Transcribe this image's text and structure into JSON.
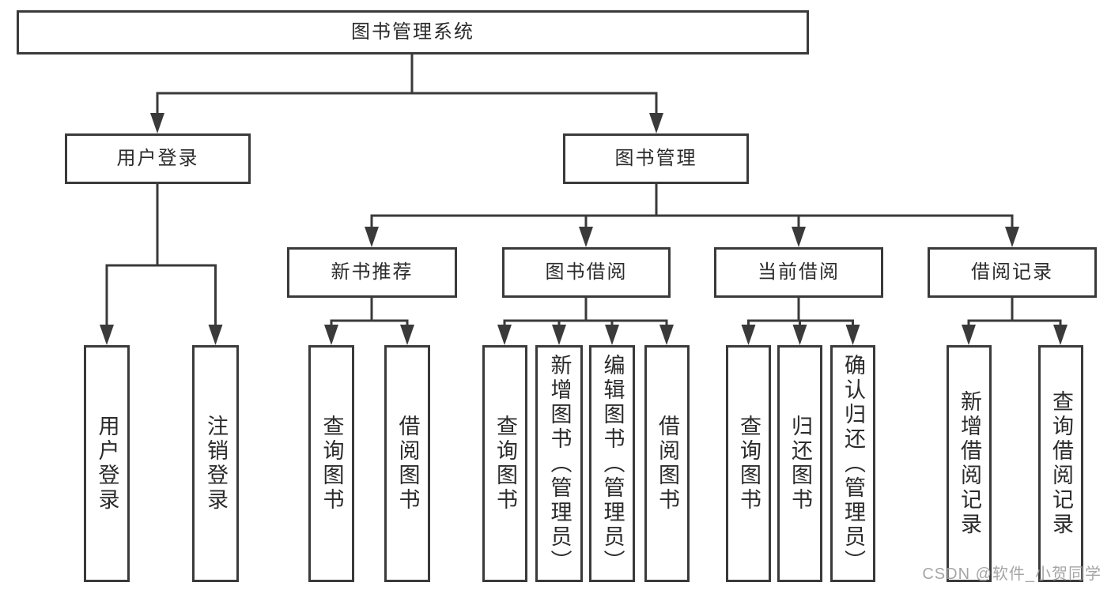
{
  "tree": {
    "root": {
      "label": "图书管理系统",
      "children": [
        {
          "label": "用户登录",
          "children": [
            {
              "label": "用户登录"
            },
            {
              "label": "注销登录"
            }
          ]
        },
        {
          "label": "图书管理",
          "children": [
            {
              "label": "新书推荐",
              "children": [
                {
                  "label": "查询图书"
                },
                {
                  "label": "借阅图书"
                }
              ]
            },
            {
              "label": "图书借阅",
              "children": [
                {
                  "label": "查询图书"
                },
                {
                  "label": "新增图书（管理员）"
                },
                {
                  "label": "编辑图书（管理员）"
                },
                {
                  "label": "借阅图书"
                }
              ]
            },
            {
              "label": "当前借阅",
              "children": [
                {
                  "label": "查询图书"
                },
                {
                  "label": "归还图书"
                },
                {
                  "label": "确认归还（管理员）"
                }
              ]
            },
            {
              "label": "借阅记录",
              "children": [
                {
                  "label": "新增借阅记录"
                },
                {
                  "label": "查询借阅记录"
                }
              ]
            }
          ]
        }
      ]
    }
  },
  "watermark": {
    "text": "CSDN @软件_小贺同学"
  },
  "colors": {
    "line": "#3a3a3a",
    "text": "#2b2b2b",
    "watermark": "#9e9e9e",
    "background": "#ffffff"
  }
}
